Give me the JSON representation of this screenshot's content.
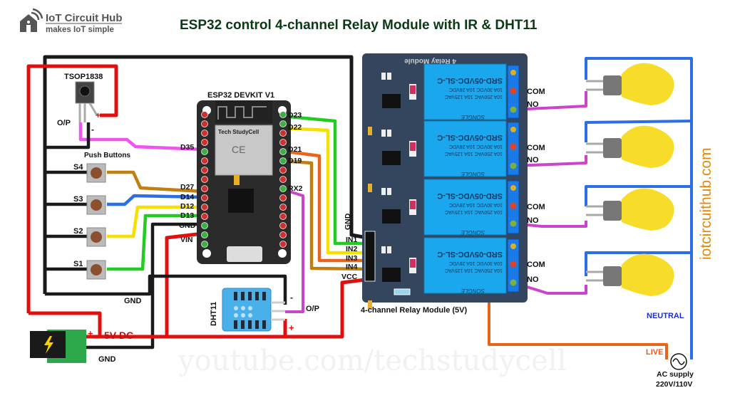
{
  "logo": {
    "title": "IoT Circuit Hub",
    "tagline": "makes IoT simple"
  },
  "title": "ESP32 control 4-channel Relay Module with IR & DHT11",
  "watermark": {
    "bottom": "youtube.com/techstudycell",
    "side": "iotcircuithub.com"
  },
  "ir_sensor": {
    "name": "TSOP1838",
    "out_label": "O/P",
    "plus": "+",
    "minus": "-"
  },
  "push_buttons": {
    "heading": "Push Buttons",
    "buttons": [
      "S4",
      "S3",
      "S2",
      "S1"
    ]
  },
  "esp32": {
    "name": "ESP32 DEVKIT V1",
    "module_text": "Tech StudyCell",
    "left_pins": [
      "D35",
      "D27",
      "D14",
      "D12",
      "D13",
      "GND",
      "VIN"
    ],
    "right_pins": [
      "D23",
      "D22",
      "D21",
      "D19",
      "RX2"
    ]
  },
  "dht11": {
    "name": "DHT11",
    "minus": "-",
    "out_label": "O/P",
    "plus": "+"
  },
  "power": {
    "plus": "+",
    "label": "5V DC",
    "gnd": "GND",
    "gnd_top": "GND"
  },
  "relay_module": {
    "board_title": "4 Relay Module",
    "caption": "4-channel Relay Module (5V)",
    "relay_model": "SRD-05VDC-SL-C",
    "relay_brand": "SONGLE",
    "relay_ratings": [
      "10A 250VAC 10A 125VAC",
      "10A 30VDC 10A 28VDC"
    ],
    "pins": [
      "GND",
      "IN1",
      "IN2",
      "IN3",
      "IN4",
      "VCC"
    ],
    "channels": [
      {
        "com": "COM",
        "no": "NO"
      },
      {
        "com": "COM",
        "no": "NO"
      },
      {
        "com": "COM",
        "no": "NO"
      },
      {
        "com": "COM",
        "no": "NO"
      }
    ]
  },
  "ac": {
    "neutral": "NEUTRAL",
    "live": "LIVE",
    "supply_line1": "AC supply",
    "supply_line2": "220V/110V"
  },
  "colors": {
    "wire_red": "#e01010",
    "wire_black": "#1a1a1a",
    "wire_green": "#22cc22",
    "wire_yellow": "#f5e000",
    "wire_orange": "#e8641a",
    "wire_brown": "#c08010",
    "wire_blue": "#2a6ee8",
    "wire_magenta": "#cc44cc",
    "wire_pink": "#ee55ee",
    "relay_board": "#34465e",
    "relay_blue": "#1aa7ee",
    "bulb": "#f8dc2a",
    "title": "#0a3a14",
    "brand_orange": "#e08a10",
    "neutral_text": "#1a2ecc",
    "live_text": "#e85a1a"
  }
}
